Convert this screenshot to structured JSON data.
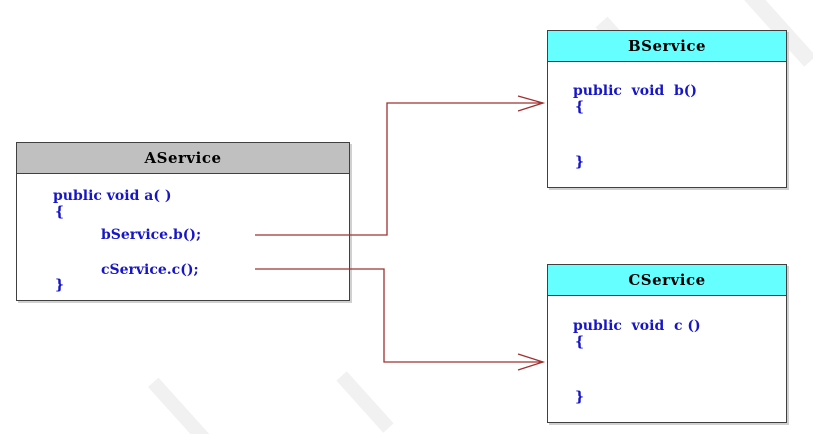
{
  "diagram": {
    "a_service": {
      "title": "AService",
      "header_color": "#c0c0c0",
      "lines": {
        "signature": "public void a( )",
        "open_brace": "{",
        "call_b": "bService.b();",
        "call_c": "cService.c();",
        "close_brace": "}"
      }
    },
    "b_service": {
      "title": "BService",
      "header_color": "#66ffff",
      "lines": {
        "signature": "public  void  b()",
        "open_brace": "{",
        "close_brace": "}"
      }
    },
    "c_service": {
      "title": "CService",
      "header_color": "#66ffff",
      "lines": {
        "signature": "public  void  c ()",
        "open_brace": "{",
        "close_brace": "}"
      }
    },
    "arrow_color": "#a03030"
  }
}
